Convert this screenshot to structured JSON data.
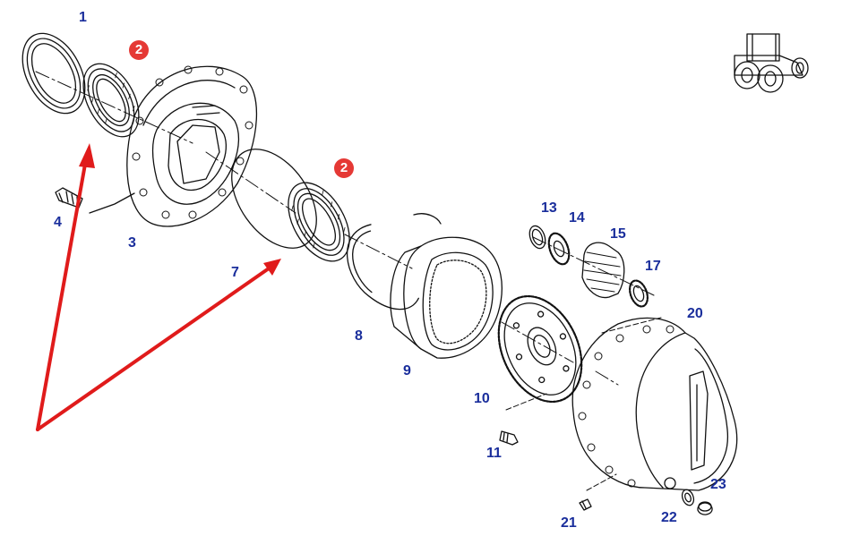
{
  "diagram": {
    "label_color": "#1a2e9c",
    "badge_color": "#e53935",
    "arrow_color": "#e01b1b",
    "line_color": "#111111",
    "part_labels": [
      "1",
      "3",
      "4",
      "7",
      "8",
      "9",
      "10",
      "11",
      "13",
      "14",
      "15",
      "17",
      "20",
      "21",
      "22",
      "23"
    ],
    "badges": [
      "2",
      "2"
    ],
    "tractor_icon": "tractor-icon"
  }
}
